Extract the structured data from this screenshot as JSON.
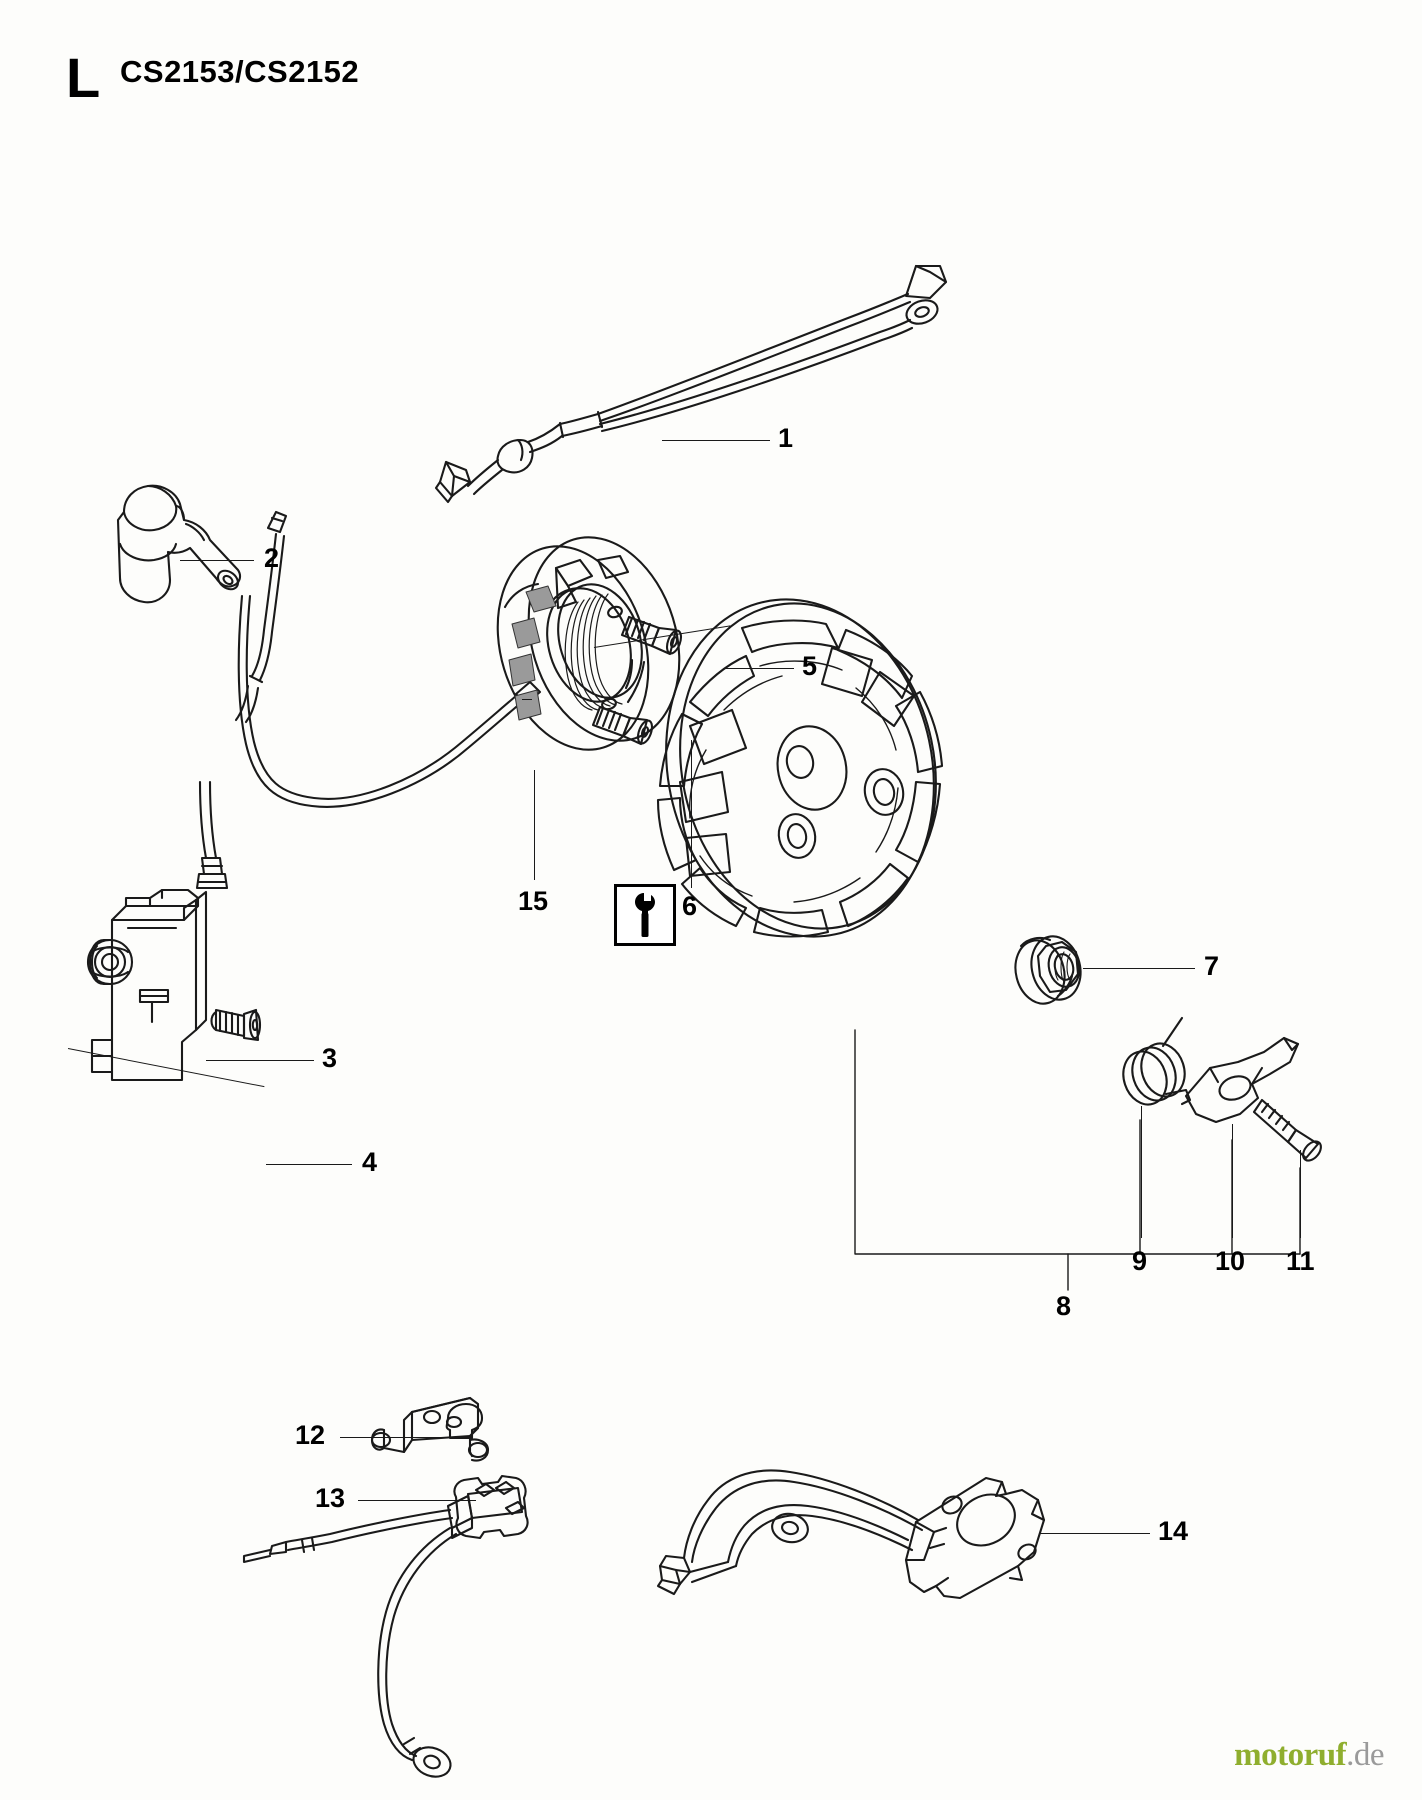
{
  "document": {
    "section_letter": "L",
    "model_code": "CS2153/CS2152",
    "title": "Ignition system exploded parts diagram",
    "line_color": "#1a1a1a",
    "background_color": "#fdfdfb"
  },
  "tool_icon": {
    "name": "wrench-screwdriver-icon",
    "meaning": "special tool required"
  },
  "callouts": [
    {
      "number": "1",
      "part": "ignition-wire-harness"
    },
    {
      "number": "2",
      "part": "spark-plug-boot"
    },
    {
      "number": "3",
      "part": "ignition-module"
    },
    {
      "number": "4",
      "part": "ignition-module-screw"
    },
    {
      "number": "5",
      "part": "starter-pulley"
    },
    {
      "number": "6",
      "part": "starter-pulley-screw"
    },
    {
      "number": "7",
      "part": "flywheel-nut"
    },
    {
      "number": "8",
      "part": "flywheel-assembly"
    },
    {
      "number": "9",
      "part": "pawl-spring"
    },
    {
      "number": "10",
      "part": "starter-pawl"
    },
    {
      "number": "11",
      "part": "pawl-pin"
    },
    {
      "number": "12",
      "part": "cable-bracket"
    },
    {
      "number": "13",
      "part": "stop-switch-assembly"
    },
    {
      "number": "14",
      "part": "carburettor-gasket-wire"
    },
    {
      "number": "15",
      "part": "ht-lead"
    }
  ],
  "watermark": {
    "brand": "motoruf",
    "suffix": ".de"
  }
}
